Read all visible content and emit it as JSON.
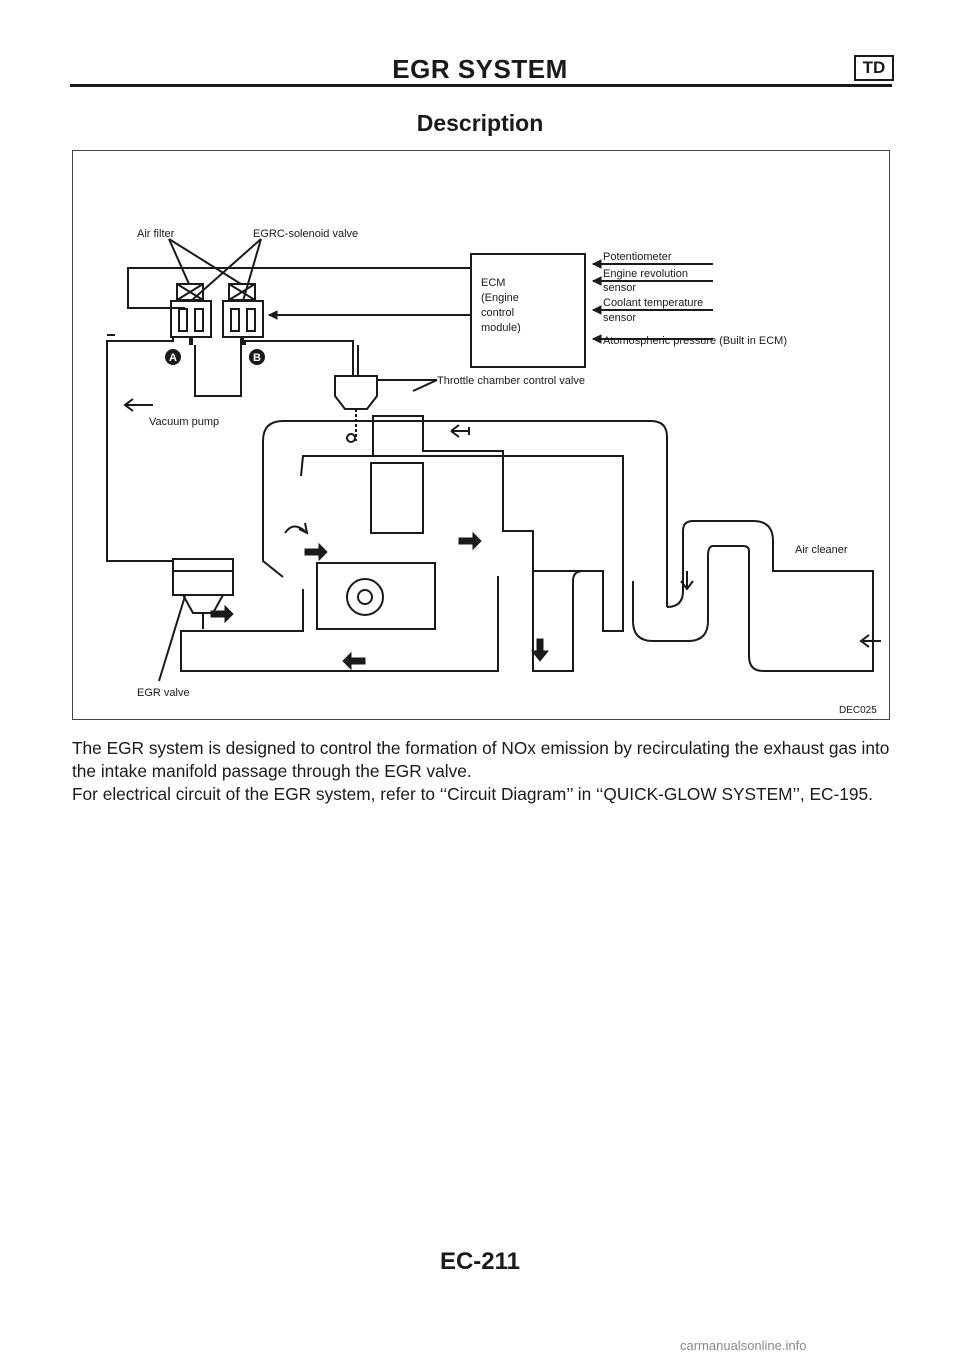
{
  "header": {
    "title": "EGR SYSTEM",
    "tag": "TD"
  },
  "section": {
    "title": "Description"
  },
  "figure": {
    "labels": {
      "air_filter": "Air filter",
      "egrc_solenoid": "EGRC-solenoid valve",
      "ecm_line1": "ECM",
      "ecm_line2": "(Engine",
      "ecm_line3": "control",
      "ecm_line4": "module)",
      "potentiometer": "Potentiometer",
      "engine_rev_line1": "Engine revolution",
      "engine_rev_line2": "sensor",
      "coolant_line1": "Coolant temperature",
      "coolant_line2": "sensor",
      "atmospheric": "Atomospheric pressure (Built in ECM)",
      "marker_a": "A",
      "marker_b": "B",
      "throttle": "Throttle chamber control valve",
      "vacuum_pump": "Vacuum pump",
      "air_cleaner": "Air cleaner",
      "egr_valve": "EGR valve",
      "figure_code": "DEC025"
    }
  },
  "body": {
    "paragraph1": "The EGR system is designed to control the formation of NOx emission by recirculating the exhaust gas into the intake manifold passage through the EGR valve.",
    "paragraph2": "For electrical circuit of the EGR system, refer to ‘‘Circuit Diagram’’ in ‘‘QUICK-GLOW SYSTEM’’, EC-195."
  },
  "footer": {
    "page_number": "EC-211",
    "watermark": "carmanualsonline.info"
  }
}
